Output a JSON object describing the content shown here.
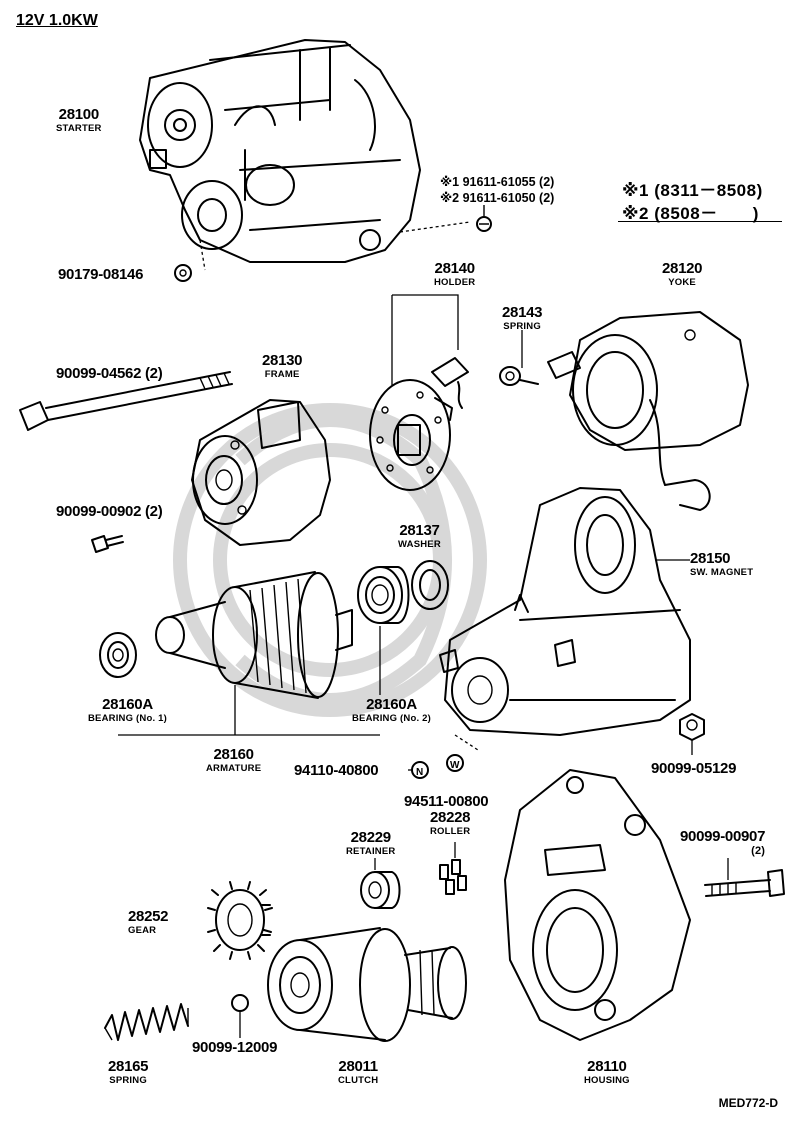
{
  "title": "12V 1.0KW",
  "legend": {
    "row1": {
      "mark": "※1",
      "range": "(8311－8508)"
    },
    "row2": {
      "mark": "※2",
      "range": "(8508－　　)"
    }
  },
  "notes": {
    "row1": "※1 91611-61055 (2)",
    "row2": "※2 91611-61050 (2)"
  },
  "parts": {
    "starter": {
      "number": "28100",
      "name": "STARTER"
    },
    "nut_90179": {
      "number": "90179-08146"
    },
    "holder": {
      "number": "28140",
      "name": "HOLDER"
    },
    "spring_28143": {
      "number": "28143",
      "name": "SPRING"
    },
    "yoke": {
      "number": "28120",
      "name": "YOKE"
    },
    "bolt_90099_04562": {
      "number": "90099-04562 (2)"
    },
    "frame": {
      "number": "28130",
      "name": "FRAME"
    },
    "screw_90099_00902": {
      "number": "90099-00902 (2)"
    },
    "washer": {
      "number": "28137",
      "name": "WASHER"
    },
    "sw_magnet": {
      "number": "28150",
      "name": "SW. MAGNET"
    },
    "bearing1": {
      "number": "28160A",
      "name": "BEARING (No. 1)"
    },
    "bearing2": {
      "number": "28160A",
      "name": "BEARING (No. 2)"
    },
    "armature": {
      "number": "28160",
      "name": "ARMATURE"
    },
    "nut_94110": {
      "number": "94110-40800"
    },
    "washer_94511": {
      "number": "94511-00800"
    },
    "nut_90099_05129": {
      "number": "90099-05129"
    },
    "retainer": {
      "number": "28229",
      "name": "RETAINER"
    },
    "roller": {
      "number": "28228",
      "name": "ROLLER"
    },
    "bolt_90099_00907": {
      "number": "90099-00907",
      "qty": "(2)"
    },
    "gear": {
      "number": "28252",
      "name": "GEAR"
    },
    "spring_28165": {
      "number": "28165",
      "name": "SPRING"
    },
    "ball": {
      "number": "90099-12009"
    },
    "clutch": {
      "number": "28011",
      "name": "CLUTCH"
    },
    "housing": {
      "number": "28110",
      "name": "HOUSING"
    }
  },
  "footer": "MED772-D"
}
